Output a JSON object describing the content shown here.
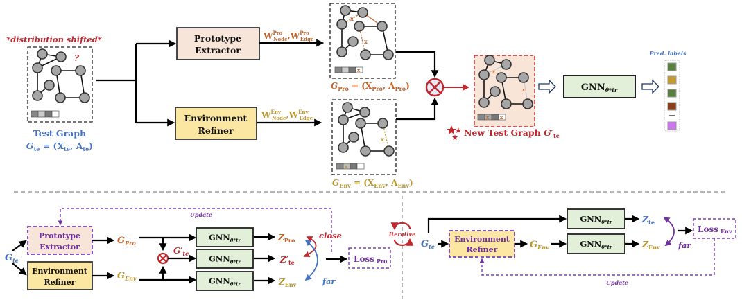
{
  "top": {
    "test_graph": {
      "annotation": "*distribution shifted*",
      "question_mark": "?",
      "title": "Test Graph",
      "formula": "G_te = (X_te, A_te)",
      "formula_parts": {
        "g": "G",
        "g_sub": "te",
        "eq": " = (X",
        "x_sub": "te",
        "comma": ", A",
        "a_sub": "te",
        "close": ")"
      }
    },
    "prototype_extractor": {
      "line1": "Prototype",
      "line2": "Extractor"
    },
    "environment_refiner": {
      "line1": "Environment",
      "line2": "Refiner"
    },
    "pro_weights": {
      "w": "W",
      "sup": "Pro",
      "node": "Node",
      "edge": "Edge",
      "sep": ","
    },
    "env_weights": {
      "w": "W",
      "sup": "Env",
      "node": "Node",
      "edge": "Edge",
      "sep": ","
    },
    "g_pro_label": {
      "g": "G",
      "sub": "Pro",
      "eq": " = (X",
      "x_sub": "Pro",
      "comma": ", A",
      "a_sub": "Pro",
      "close": ")"
    },
    "g_env_label": {
      "g": "G",
      "sub": "Env",
      "eq": " = (X",
      "x_sub": "Env",
      "comma": ", A",
      "a_sub": "Env",
      "close": ")"
    },
    "combine_op": "⊗",
    "new_test_graph": {
      "text": "New Test Graph ",
      "g": "G′",
      "sub": "te"
    },
    "gnn": {
      "name": "GNN",
      "sub": "θ*tr"
    },
    "pred_labels": {
      "title": "Pred. labels",
      "colors": [
        "#5a8040",
        "#c39a30",
        "#5a8040",
        "#8b3e1a",
        "#cc77ee"
      ],
      "ellipsis": "..."
    },
    "mask_x": "x"
  },
  "bottom_left": {
    "g_te": {
      "g": "G",
      "sub": "te"
    },
    "prototype_extractor": {
      "line1": "Prototype",
      "line2": "Extractor"
    },
    "environment_refiner": {
      "line1": "Environment",
      "line2": "Refiner"
    },
    "g_pro": {
      "g": "G",
      "sub": "Pro"
    },
    "g_env": {
      "g": "G",
      "sub": "Env"
    },
    "g_te_prime": {
      "g": "G′",
      "sub": "te"
    },
    "gnn": {
      "name": "GNN",
      "sub": "θ*tr"
    },
    "z_pro": {
      "z": "Z",
      "sub": "Pro"
    },
    "z_te_prime": {
      "z": "Z′",
      "sub": "te"
    },
    "z_env": {
      "z": "Z",
      "sub": "Env"
    },
    "close_label": "close",
    "far_label": "far",
    "loss": {
      "text": "Loss",
      "sub": "Pro"
    },
    "update_label": "Update"
  },
  "iterative_label": "Iterative",
  "bottom_right": {
    "g_te": {
      "g": "G",
      "sub": "te"
    },
    "environment_refiner": {
      "line1": "Environment",
      "line2": "Refiner"
    },
    "g_env": {
      "g": "G",
      "sub": "Env"
    },
    "gnn": {
      "name": "GNN",
      "sub": "θ*tr"
    },
    "z_te": {
      "z": "Z",
      "sub": "te"
    },
    "z_env": {
      "z": "Z",
      "sub": "Env"
    },
    "far_label": "far",
    "loss": {
      "text": "Loss",
      "sub": "Env"
    },
    "update_label": "Update"
  },
  "colors": {
    "pro_orange": "#c0622a",
    "env_gold": "#b8962e",
    "test_blue": "#4472c4",
    "red": "#c0282d",
    "purple": "#7030a0",
    "pro_fill": "#f8e5da",
    "env_fill": "#fbe6a2",
    "gnn_fill": "#e2efd9"
  }
}
